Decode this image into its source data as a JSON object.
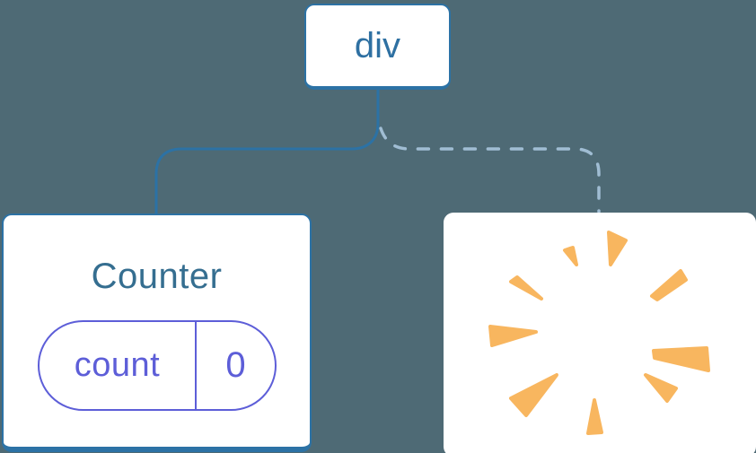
{
  "diagram": {
    "type": "react-component-tree",
    "root_node": {
      "label": "div"
    },
    "counter_card": {
      "title": "Counter",
      "state": {
        "key": "count",
        "value": "0"
      }
    },
    "removed_card": {
      "icon": "poof-sparkle"
    },
    "edges": [
      {
        "from": "div",
        "to": "Counter",
        "style": "solid"
      },
      {
        "from": "div",
        "to": "removed",
        "style": "dashed"
      }
    ],
    "colors": {
      "background": "#4E6A75",
      "tree_blue": "#2C72A5",
      "dashed_blue": "#A0BDD3",
      "root_text": "#2E70A2",
      "counter_title": "#356E90",
      "state_purple": "#5D5ED8",
      "poof_orange": "#F8B65F",
      "card_white": "#FFFFFF"
    }
  }
}
